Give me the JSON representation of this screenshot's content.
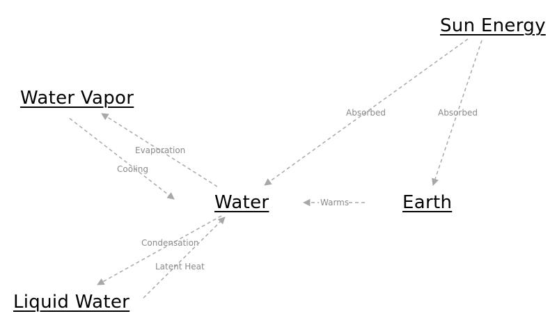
{
  "nodes": {
    "sun_energy": "Sun Energy",
    "water_vapor": "Water Vapor",
    "water": "Water",
    "earth": "Earth",
    "liquid_water": "Liquid Water"
  },
  "edges": {
    "sun_to_water": "Absorbed",
    "sun_to_earth": "Absorbed",
    "water_to_vapor": "Evaporation",
    "vapor_to_water": "Cooling",
    "earth_to_water": "Warms",
    "water_to_liquid": "Condensation",
    "liquid_to_water": "Latent Heat"
  },
  "colors": {
    "line": "#a8a8a8",
    "label": "#8a8a8a",
    "node_text": "#000000"
  }
}
